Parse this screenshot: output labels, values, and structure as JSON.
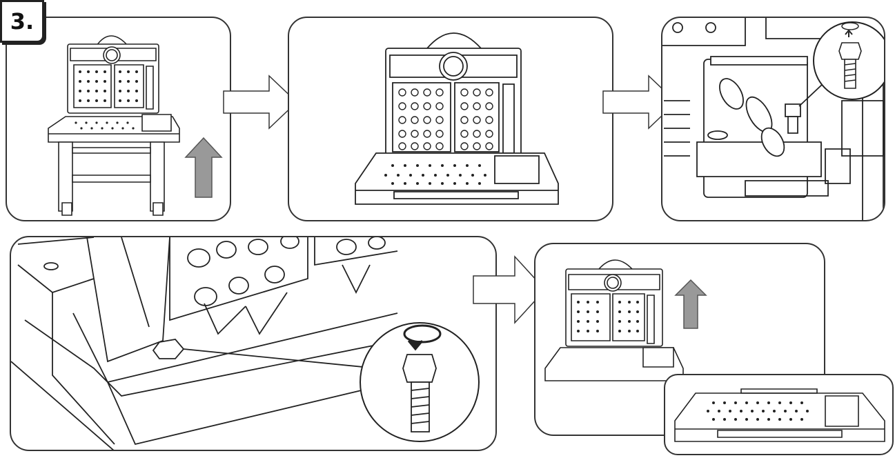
{
  "step": {
    "label": "3."
  },
  "colors": {
    "stroke": "#222222",
    "panel_border": "#333333",
    "up_arrow_fill": "#999999",
    "badge_bg": "#ffffff"
  },
  "steps": [
    {
      "id": "panel-1",
      "content": "bench-full-assembled",
      "annotation": "up-arrow"
    },
    {
      "id": "panel-2",
      "content": "bench-top-detached"
    },
    {
      "id": "panel-3",
      "content": "screw-lift-detail",
      "annotation": "zoom-circle"
    },
    {
      "id": "panel-4",
      "content": "screw-underside-detail",
      "annotation": "rotate-arrow"
    },
    {
      "id": "panel-5",
      "content": "top-lifted-and-flat-board",
      "annotation": "up-arrow"
    }
  ],
  "icons": [
    "up-arrow-icon",
    "right-arrow-icon",
    "rotate-arrow-icon",
    "screw-icon",
    "magnify-circle-icon"
  ]
}
